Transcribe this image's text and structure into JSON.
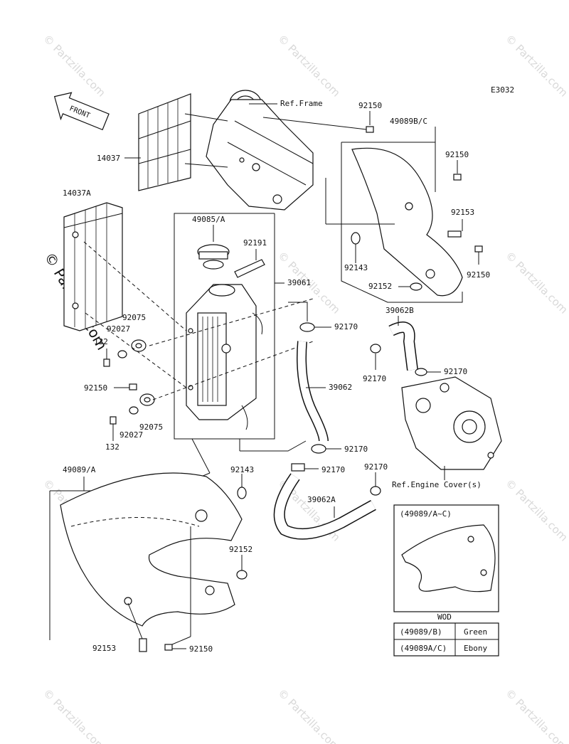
{
  "diagram_code": "E3032",
  "front_label": "FRONT",
  "watermark_text": "© Partzilla.com",
  "callouts": {
    "ref_frame": "Ref.Frame",
    "p14037": "14037",
    "p14037a": "14037A",
    "p49085a": "49085/A",
    "p92191": "92191",
    "p39061": "39061",
    "p92075_a": "92075",
    "p92027_a": "92027",
    "p132_a": "132",
    "p92150_a": "92150",
    "p92027_b": "92027",
    "p92075_b": "92075",
    "p132_b": "132",
    "p92150_top": "92150",
    "p49089bc": "49089B/C",
    "p92150_r1": "92150",
    "p92153_r": "92153",
    "p92143_r": "92143",
    "p92150_r2": "92150",
    "p92152_r": "92152",
    "p39062b": "39062B",
    "p92170_a": "92170",
    "p92170_b": "92170",
    "p92170_c": "92170",
    "p39062": "39062",
    "p92170_d": "92170",
    "p92170_e": "92170",
    "p92170_f": "92170",
    "p39062a": "39062A",
    "ref_engine_cover": "Ref.Engine Cover(s)",
    "p49089a": "49089/A",
    "p92143_l": "92143",
    "p92152_l": "92152",
    "p92153_l": "92153",
    "p92150_l": "92150"
  },
  "inset": {
    "title": "(49089/A~C)",
    "table_heading": "WOD",
    "rows": [
      {
        "part": "(49089/B)",
        "color": "Green"
      },
      {
        "part": "(49089A/C)",
        "color": "Ebony"
      }
    ]
  }
}
